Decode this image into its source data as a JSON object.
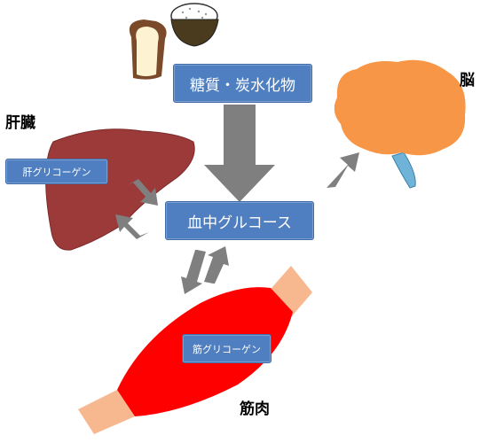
{
  "nodes": {
    "carbs": "糖質・炭水化物",
    "blood_glucose": "血中グルコース",
    "liver_glycogen": "肝グリコーゲン",
    "muscle_glycogen": "筋グリコーゲン"
  },
  "organs": {
    "liver": "肝臓",
    "brain": "脳",
    "muscle": "筋肉"
  },
  "colors": {
    "node_fill": "#4f7fc0",
    "arrow": "#7f7f7f",
    "liver": "#9c3a3a",
    "brain": "#f79646",
    "muscle": "#ff0000",
    "tendon": "#f7b78f"
  }
}
